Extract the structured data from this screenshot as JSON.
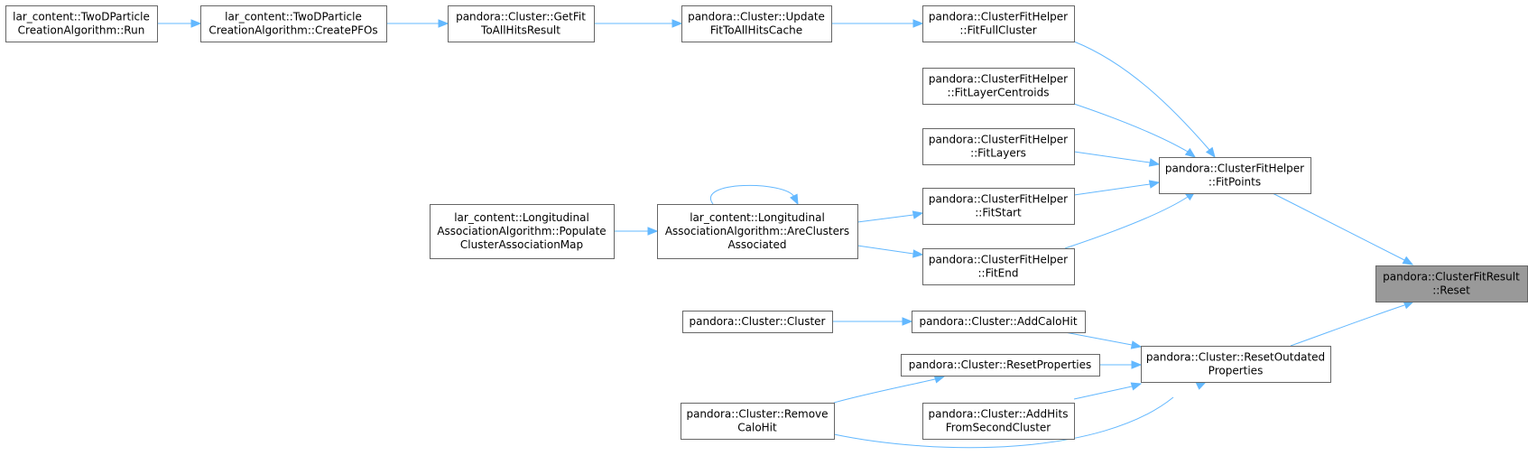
{
  "nodes": [
    {
      "id": "run",
      "lines": [
        "lar_content::TwoDParticle",
        "CreationAlgorithm::Run"
      ]
    },
    {
      "id": "createpfos",
      "lines": [
        "lar_content::TwoDParticle",
        "CreationAlgorithm::CreatePFOs"
      ]
    },
    {
      "id": "getfit",
      "lines": [
        "pandora::Cluster::GetFit",
        "ToAllHitsResult"
      ]
    },
    {
      "id": "updatefit",
      "lines": [
        "pandora::Cluster::Update",
        "FitToAllHitsCache"
      ]
    },
    {
      "id": "fitfull",
      "lines": [
        "pandora::ClusterFitHelper",
        "::FitFullCluster"
      ]
    },
    {
      "id": "fitlayercentroids",
      "lines": [
        "pandora::ClusterFitHelper",
        "::FitLayerCentroids"
      ]
    },
    {
      "id": "fitlayers",
      "lines": [
        "pandora::ClusterFitHelper",
        "::FitLayers"
      ]
    },
    {
      "id": "fitstart",
      "lines": [
        "pandora::ClusterFitHelper",
        "::FitStart"
      ]
    },
    {
      "id": "fitend",
      "lines": [
        "pandora::ClusterFitHelper",
        "::FitEnd"
      ]
    },
    {
      "id": "fitpoints",
      "lines": [
        "pandora::ClusterFitHelper",
        "::FitPoints"
      ]
    },
    {
      "id": "reset",
      "lines": [
        "pandora::ClusterFitResult",
        "::Reset"
      ]
    },
    {
      "id": "populate",
      "lines": [
        "lar_content::Longitudinal",
        "AssociationAlgorithm::Populate",
        "ClusterAssociationMap"
      ]
    },
    {
      "id": "areclusters",
      "lines": [
        "lar_content::Longitudinal",
        "AssociationAlgorithm::AreClusters",
        "Associated"
      ]
    },
    {
      "id": "clusterctor",
      "lines": [
        "pandora::Cluster::Cluster"
      ]
    },
    {
      "id": "addcalohit",
      "lines": [
        "pandora::Cluster::AddCaloHit"
      ]
    },
    {
      "id": "resetprops",
      "lines": [
        "pandora::Cluster::ResetProperties"
      ]
    },
    {
      "id": "removecalohit",
      "lines": [
        "pandora::Cluster::Remove",
        "CaloHit"
      ]
    },
    {
      "id": "addhits",
      "lines": [
        "pandora::Cluster::AddHits",
        "FromSecondCluster"
      ]
    },
    {
      "id": "resetoutdated",
      "lines": [
        "pandora::Cluster::ResetOutdated",
        "Properties"
      ]
    }
  ],
  "edges": [
    {
      "from": "run",
      "to": "createpfos"
    },
    {
      "from": "createpfos",
      "to": "getfit"
    },
    {
      "from": "getfit",
      "to": "updatefit"
    },
    {
      "from": "updatefit",
      "to": "fitfull"
    },
    {
      "from": "fitfull",
      "to": "fitpoints"
    },
    {
      "from": "fitlayercentroids",
      "to": "fitpoints"
    },
    {
      "from": "fitlayers",
      "to": "fitpoints"
    },
    {
      "from": "fitstart",
      "to": "fitpoints"
    },
    {
      "from": "fitend",
      "to": "fitpoints"
    },
    {
      "from": "fitpoints",
      "to": "reset"
    },
    {
      "from": "populate",
      "to": "areclusters"
    },
    {
      "from": "areclusters",
      "to": "areclusters"
    },
    {
      "from": "areclusters",
      "to": "fitstart"
    },
    {
      "from": "areclusters",
      "to": "fitend"
    },
    {
      "from": "clusterctor",
      "to": "addcalohit"
    },
    {
      "from": "addcalohit",
      "to": "resetoutdated"
    },
    {
      "from": "resetprops",
      "to": "resetoutdated"
    },
    {
      "from": "removecalohit",
      "to": "resetprops"
    },
    {
      "from": "removecalohit",
      "to": "resetoutdated"
    },
    {
      "from": "addhits",
      "to": "resetoutdated"
    },
    {
      "from": "resetoutdated",
      "to": "reset"
    }
  ],
  "colors": {
    "edge": "#63b8ff",
    "border": "#666666",
    "focus_fill": "#999999"
  },
  "focus_node": "reset"
}
